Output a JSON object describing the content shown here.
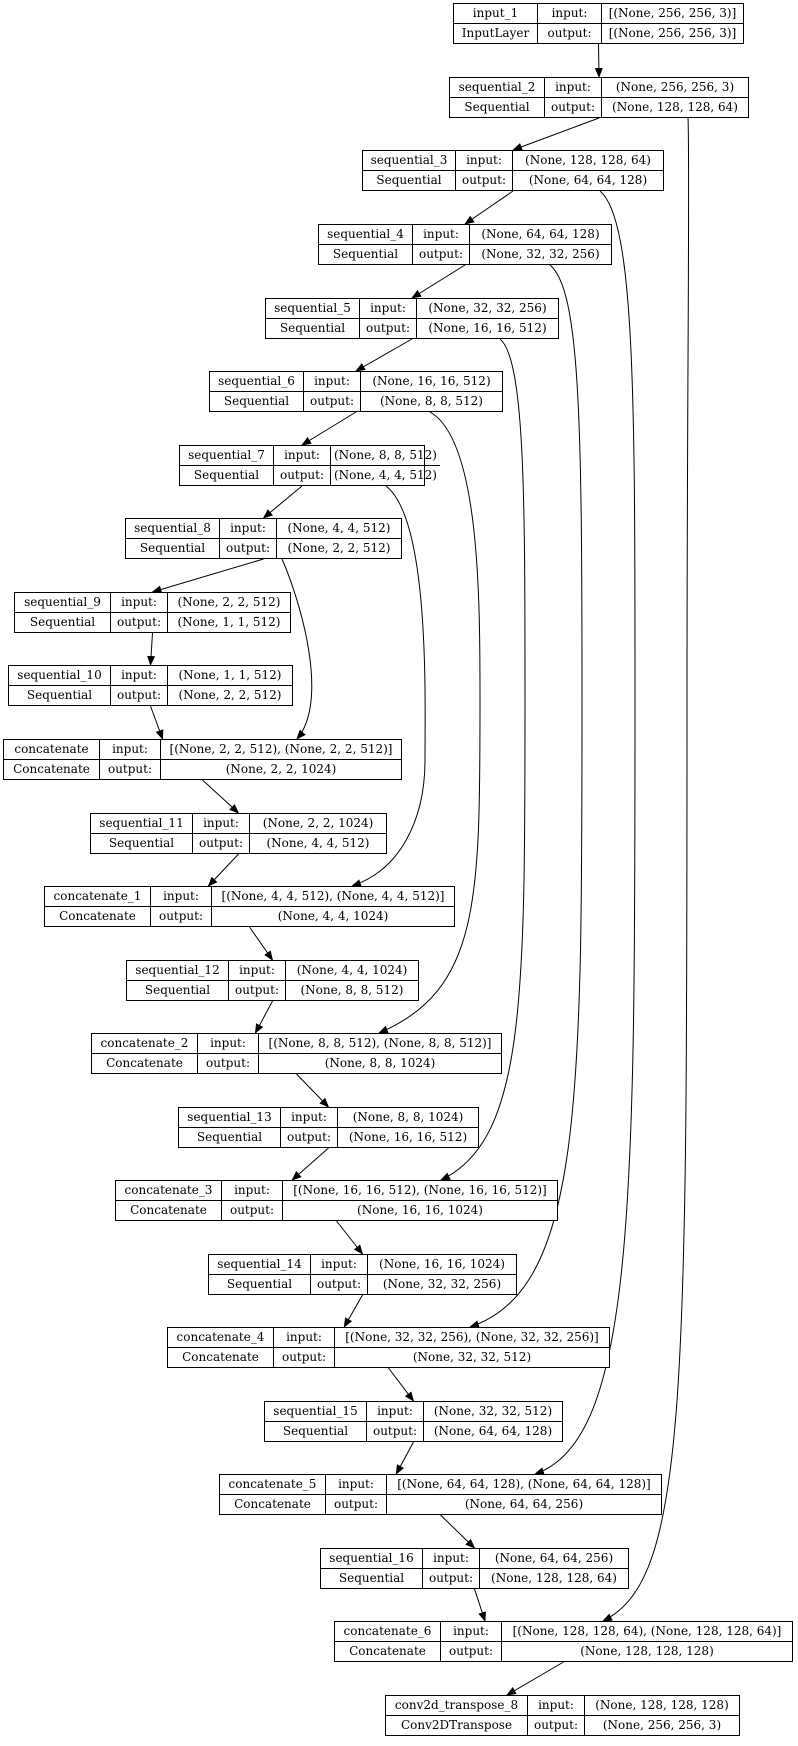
{
  "nodes": [
    {
      "name": "input_1",
      "type": "InputLayer",
      "input": "[(None, 256, 256, 3)]",
      "output": "[(None, 256, 256, 3)]"
    },
    {
      "name": "sequential_2",
      "type": "Sequential",
      "input": "(None, 256, 256, 3)",
      "output": "(None, 128, 128, 64)"
    },
    {
      "name": "sequential_3",
      "type": "Sequential",
      "input": "(None, 128, 128, 64)",
      "output": "(None, 64, 64, 128)"
    },
    {
      "name": "sequential_4",
      "type": "Sequential",
      "input": "(None, 64, 64, 128)",
      "output": "(None, 32, 32, 256)"
    },
    {
      "name": "sequential_5",
      "type": "Sequential",
      "input": "(None, 32, 32, 256)",
      "output": "(None, 16, 16, 512)"
    },
    {
      "name": "sequential_6",
      "type": "Sequential",
      "input": "(None, 16, 16, 512)",
      "output": "(None, 8, 8, 512)"
    },
    {
      "name": "sequential_7",
      "type": "Sequential",
      "input": "(None, 8, 8, 512)",
      "output": "(None, 4, 4, 512)"
    },
    {
      "name": "sequential_8",
      "type": "Sequential",
      "input": "(None, 4, 4, 512)",
      "output": "(None, 2, 2, 512)"
    },
    {
      "name": "sequential_9",
      "type": "Sequential",
      "input": "(None, 2, 2, 512)",
      "output": "(None, 1, 1, 512)"
    },
    {
      "name": "sequential_10",
      "type": "Sequential",
      "input": "(None, 1, 1, 512)",
      "output": "(None, 2, 2, 512)"
    },
    {
      "name": "concatenate",
      "type": "Concatenate",
      "input": "[(None, 2, 2, 512), (None, 2, 2, 512)]",
      "output": "(None, 2, 2, 1024)"
    },
    {
      "name": "sequential_11",
      "type": "Sequential",
      "input": "(None, 2, 2, 1024)",
      "output": "(None, 4, 4, 512)"
    },
    {
      "name": "concatenate_1",
      "type": "Concatenate",
      "input": "[(None, 4, 4, 512), (None, 4, 4, 512)]",
      "output": "(None, 4, 4, 1024)"
    },
    {
      "name": "sequential_12",
      "type": "Sequential",
      "input": "(None, 4, 4, 1024)",
      "output": "(None, 8, 8, 512)"
    },
    {
      "name": "concatenate_2",
      "type": "Concatenate",
      "input": "[(None, 8, 8, 512), (None, 8, 8, 512)]",
      "output": "(None, 8, 8, 1024)"
    },
    {
      "name": "sequential_13",
      "type": "Sequential",
      "input": "(None, 8, 8, 1024)",
      "output": "(None, 16, 16, 512)"
    },
    {
      "name": "concatenate_3",
      "type": "Concatenate",
      "input": "[(None, 16, 16, 512), (None, 16, 16, 512)]",
      "output": "(None, 16, 16, 1024)"
    },
    {
      "name": "sequential_14",
      "type": "Sequential",
      "input": "(None, 16, 16, 1024)",
      "output": "(None, 32, 32, 256)"
    },
    {
      "name": "concatenate_4",
      "type": "Concatenate",
      "input": "[(None, 32, 32, 256), (None, 32, 32, 256)]",
      "output": "(None, 32, 32, 512)"
    },
    {
      "name": "sequential_15",
      "type": "Sequential",
      "input": "(None, 32, 32, 512)",
      "output": "(None, 64, 64, 128)"
    },
    {
      "name": "concatenate_5",
      "type": "Concatenate",
      "input": "[(None, 64, 64, 128), (None, 64, 64, 128)]",
      "output": "(None, 64, 64, 256)"
    },
    {
      "name": "sequential_16",
      "type": "Sequential",
      "input": "(None, 64, 64, 256)",
      "output": "(None, 128, 128, 64)"
    },
    {
      "name": "concatenate_6",
      "type": "Concatenate",
      "input": "[(None, 128, 128, 64), (None, 128, 128, 64)]",
      "output": "(None, 128, 128, 128)"
    },
    {
      "name": "conv2d_transpose_8",
      "type": "Conv2DTranspose",
      "input": "(None, 128, 128, 128)",
      "output": "(None, 256, 256, 3)"
    }
  ],
  "labels": {
    "input": "input:",
    "output": "output:"
  },
  "edges": [
    [
      "input_1",
      "sequential_2"
    ],
    [
      "sequential_2",
      "sequential_3"
    ],
    [
      "sequential_3",
      "sequential_4"
    ],
    [
      "sequential_4",
      "sequential_5"
    ],
    [
      "sequential_5",
      "sequential_6"
    ],
    [
      "sequential_6",
      "sequential_7"
    ],
    [
      "sequential_7",
      "sequential_8"
    ],
    [
      "sequential_8",
      "sequential_9"
    ],
    [
      "sequential_9",
      "sequential_10"
    ],
    [
      "sequential_10",
      "concatenate"
    ],
    [
      "sequential_8",
      "concatenate"
    ],
    [
      "concatenate",
      "sequential_11"
    ],
    [
      "sequential_11",
      "concatenate_1"
    ],
    [
      "sequential_7",
      "concatenate_1"
    ],
    [
      "concatenate_1",
      "sequential_12"
    ],
    [
      "sequential_12",
      "concatenate_2"
    ],
    [
      "sequential_6",
      "concatenate_2"
    ],
    [
      "concatenate_2",
      "sequential_13"
    ],
    [
      "sequential_13",
      "concatenate_3"
    ],
    [
      "sequential_5",
      "concatenate_3"
    ],
    [
      "concatenate_3",
      "sequential_14"
    ],
    [
      "sequential_14",
      "concatenate_4"
    ],
    [
      "sequential_4",
      "concatenate_4"
    ],
    [
      "concatenate_4",
      "sequential_15"
    ],
    [
      "sequential_15",
      "concatenate_5"
    ],
    [
      "sequential_3",
      "concatenate_5"
    ],
    [
      "concatenate_5",
      "sequential_16"
    ],
    [
      "sequential_16",
      "concatenate_6"
    ],
    [
      "sequential_2",
      "concatenate_6"
    ],
    [
      "concatenate_6",
      "conv2d_transpose_8"
    ]
  ]
}
